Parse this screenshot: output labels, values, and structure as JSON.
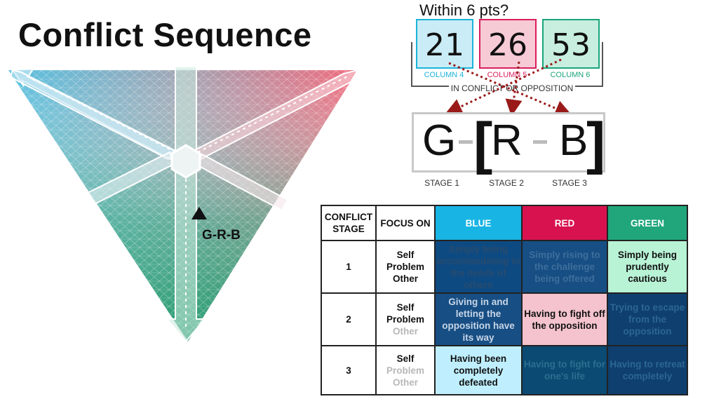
{
  "title": "Conflict Sequence",
  "triangle": {
    "marker_label": "G-R-B"
  },
  "scores": {
    "question": "Within 6 pts?",
    "columns": [
      {
        "value": "21",
        "caption": "COLUMN 4",
        "color": "#1ab4d8"
      },
      {
        "value": "26",
        "caption": "COLUMN 5",
        "color": "#d91f5c"
      },
      {
        "value": "53",
        "caption": "COLUMN 6",
        "color": "#1aa47a"
      }
    ],
    "bracket_caption": "IN CONFLICT OR OPPOSITION"
  },
  "sequence": {
    "letters": [
      "G",
      "R",
      "B"
    ],
    "stages": [
      "STAGE 1",
      "STAGE 2",
      "STAGE 3"
    ]
  },
  "table": {
    "headers": [
      "CONFLICT STAGE",
      "FOCUS ON",
      "BLUE",
      "RED",
      "GREEN"
    ],
    "rows": [
      {
        "stage": "1",
        "focus": [
          "Self",
          "Problem",
          "Other"
        ],
        "blue": "Simply being accommodating to the needs of others",
        "red": "Simply rising to the challenge being offered",
        "green": "Simply being prudently cautious"
      },
      {
        "stage": "2",
        "focus": [
          "Self",
          "Problem",
          "Other"
        ],
        "blue": "Giving in and letting the opposition have its way",
        "red": "Having to fight off the opposition",
        "green": "Trying to escape from the opposition"
      },
      {
        "stage": "3",
        "focus": [
          "Self",
          "Problem",
          "Other"
        ],
        "blue": "Having been completely defeated",
        "red": "Having to fight for one's life",
        "green": "Having to retreat completely"
      }
    ]
  }
}
